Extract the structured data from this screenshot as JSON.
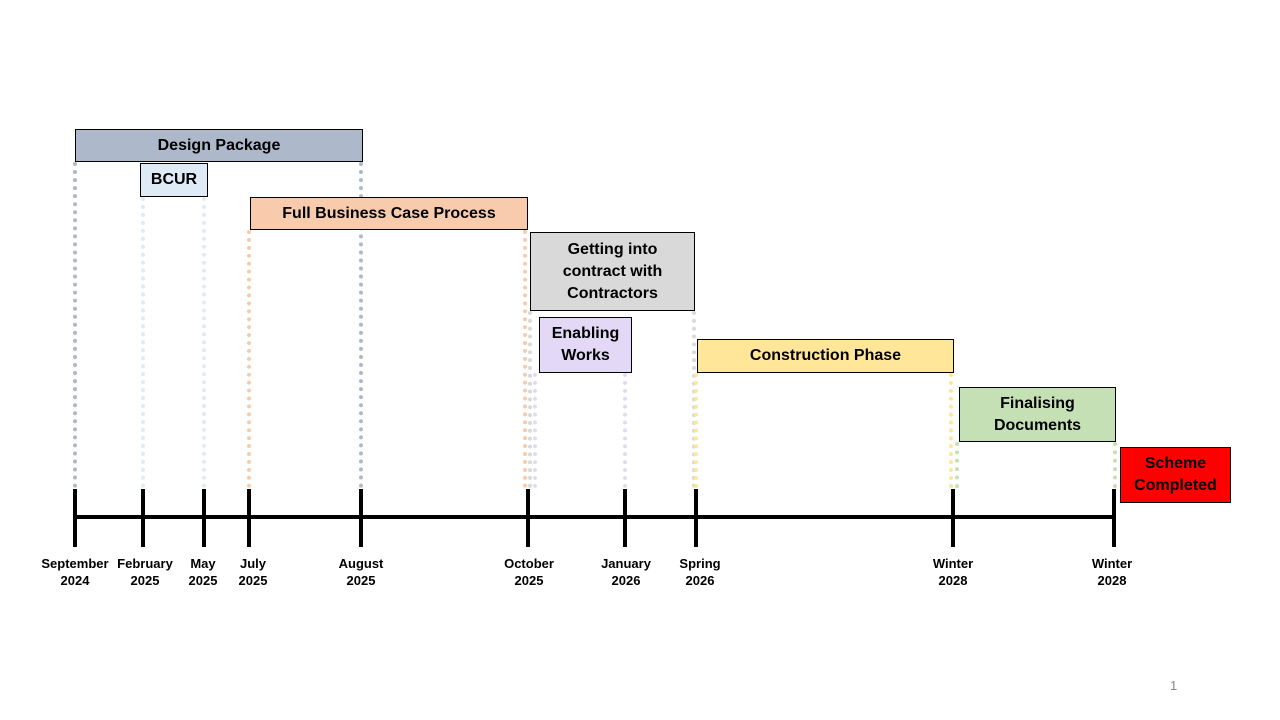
{
  "timeline": {
    "ticks": [
      {
        "line1": "September",
        "line2": "2024"
      },
      {
        "line1": "February",
        "line2": "2025"
      },
      {
        "line1": "May",
        "line2": "2025"
      },
      {
        "line1": "July",
        "line2": "2025"
      },
      {
        "line1": "August",
        "line2": "2025"
      },
      {
        "line1": "October",
        "line2": "2025"
      },
      {
        "line1": "January",
        "line2": "2026"
      },
      {
        "line1": "Spring",
        "line2": "2026"
      },
      {
        "line1": "Winter",
        "line2": "2028"
      },
      {
        "line1": "Winter",
        "line2": "2028"
      }
    ]
  },
  "phases": [
    {
      "label": "Design Package",
      "color": "#adb9ca"
    },
    {
      "label": "BCUR",
      "color": "#deebf7"
    },
    {
      "label": "Full Business Case Process",
      "color": "#f8cbad"
    },
    {
      "label": "Getting into contract with Contractors",
      "color": "#d9d9d9"
    },
    {
      "label": "Enabling Works",
      "color": "#e3d9f7"
    },
    {
      "label": "Construction Phase",
      "color": "#ffe699"
    },
    {
      "label": "Finalising Documents",
      "color": "#c5e0b4"
    },
    {
      "label": "Scheme Completed",
      "color": "#ff0000"
    }
  ],
  "page_number": "1"
}
